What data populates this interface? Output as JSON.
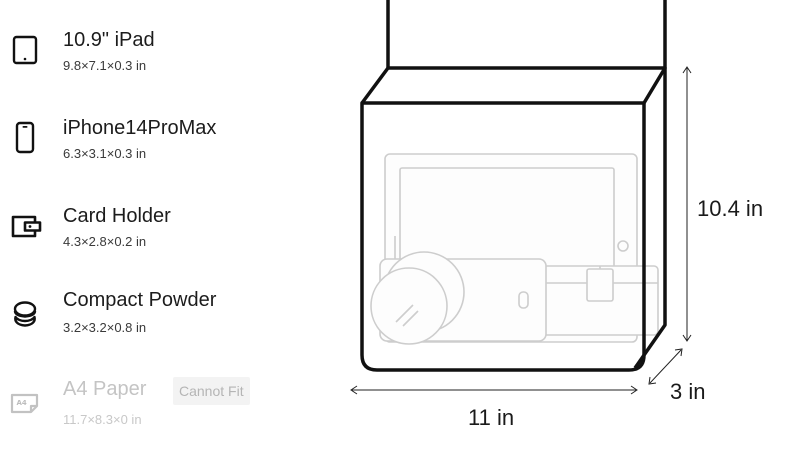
{
  "items": [
    {
      "name": "10.9\" iPad",
      "dims": "9.8×7.1×0.3 in",
      "icon": "tablet-icon",
      "fits": true
    },
    {
      "name": "iPhone14ProMax",
      "dims": "6.3×3.1×0.3 in",
      "icon": "phone-icon",
      "fits": true
    },
    {
      "name": "Card Holder",
      "dims": "4.3×2.8×0.2 in",
      "icon": "wallet-icon",
      "fits": true
    },
    {
      "name": "Compact Powder",
      "dims": "3.2×3.2×0.8 in",
      "icon": "compact-powder-icon",
      "fits": true
    },
    {
      "name": "A4 Paper",
      "dims": "11.7×8.3×0 in",
      "icon": "a4-paper-icon",
      "icon_text": "A4",
      "fits": false,
      "status": "Cannot Fit"
    }
  ],
  "bag": {
    "width_label": "11 in",
    "height_label": "10.4 in",
    "depth_label": "3 in"
  },
  "colors": {
    "outline": "#111111",
    "ghost": "#c9c9c9",
    "disabled_text": "#c4c4c4",
    "badge_bg": "#f3f3f3"
  }
}
